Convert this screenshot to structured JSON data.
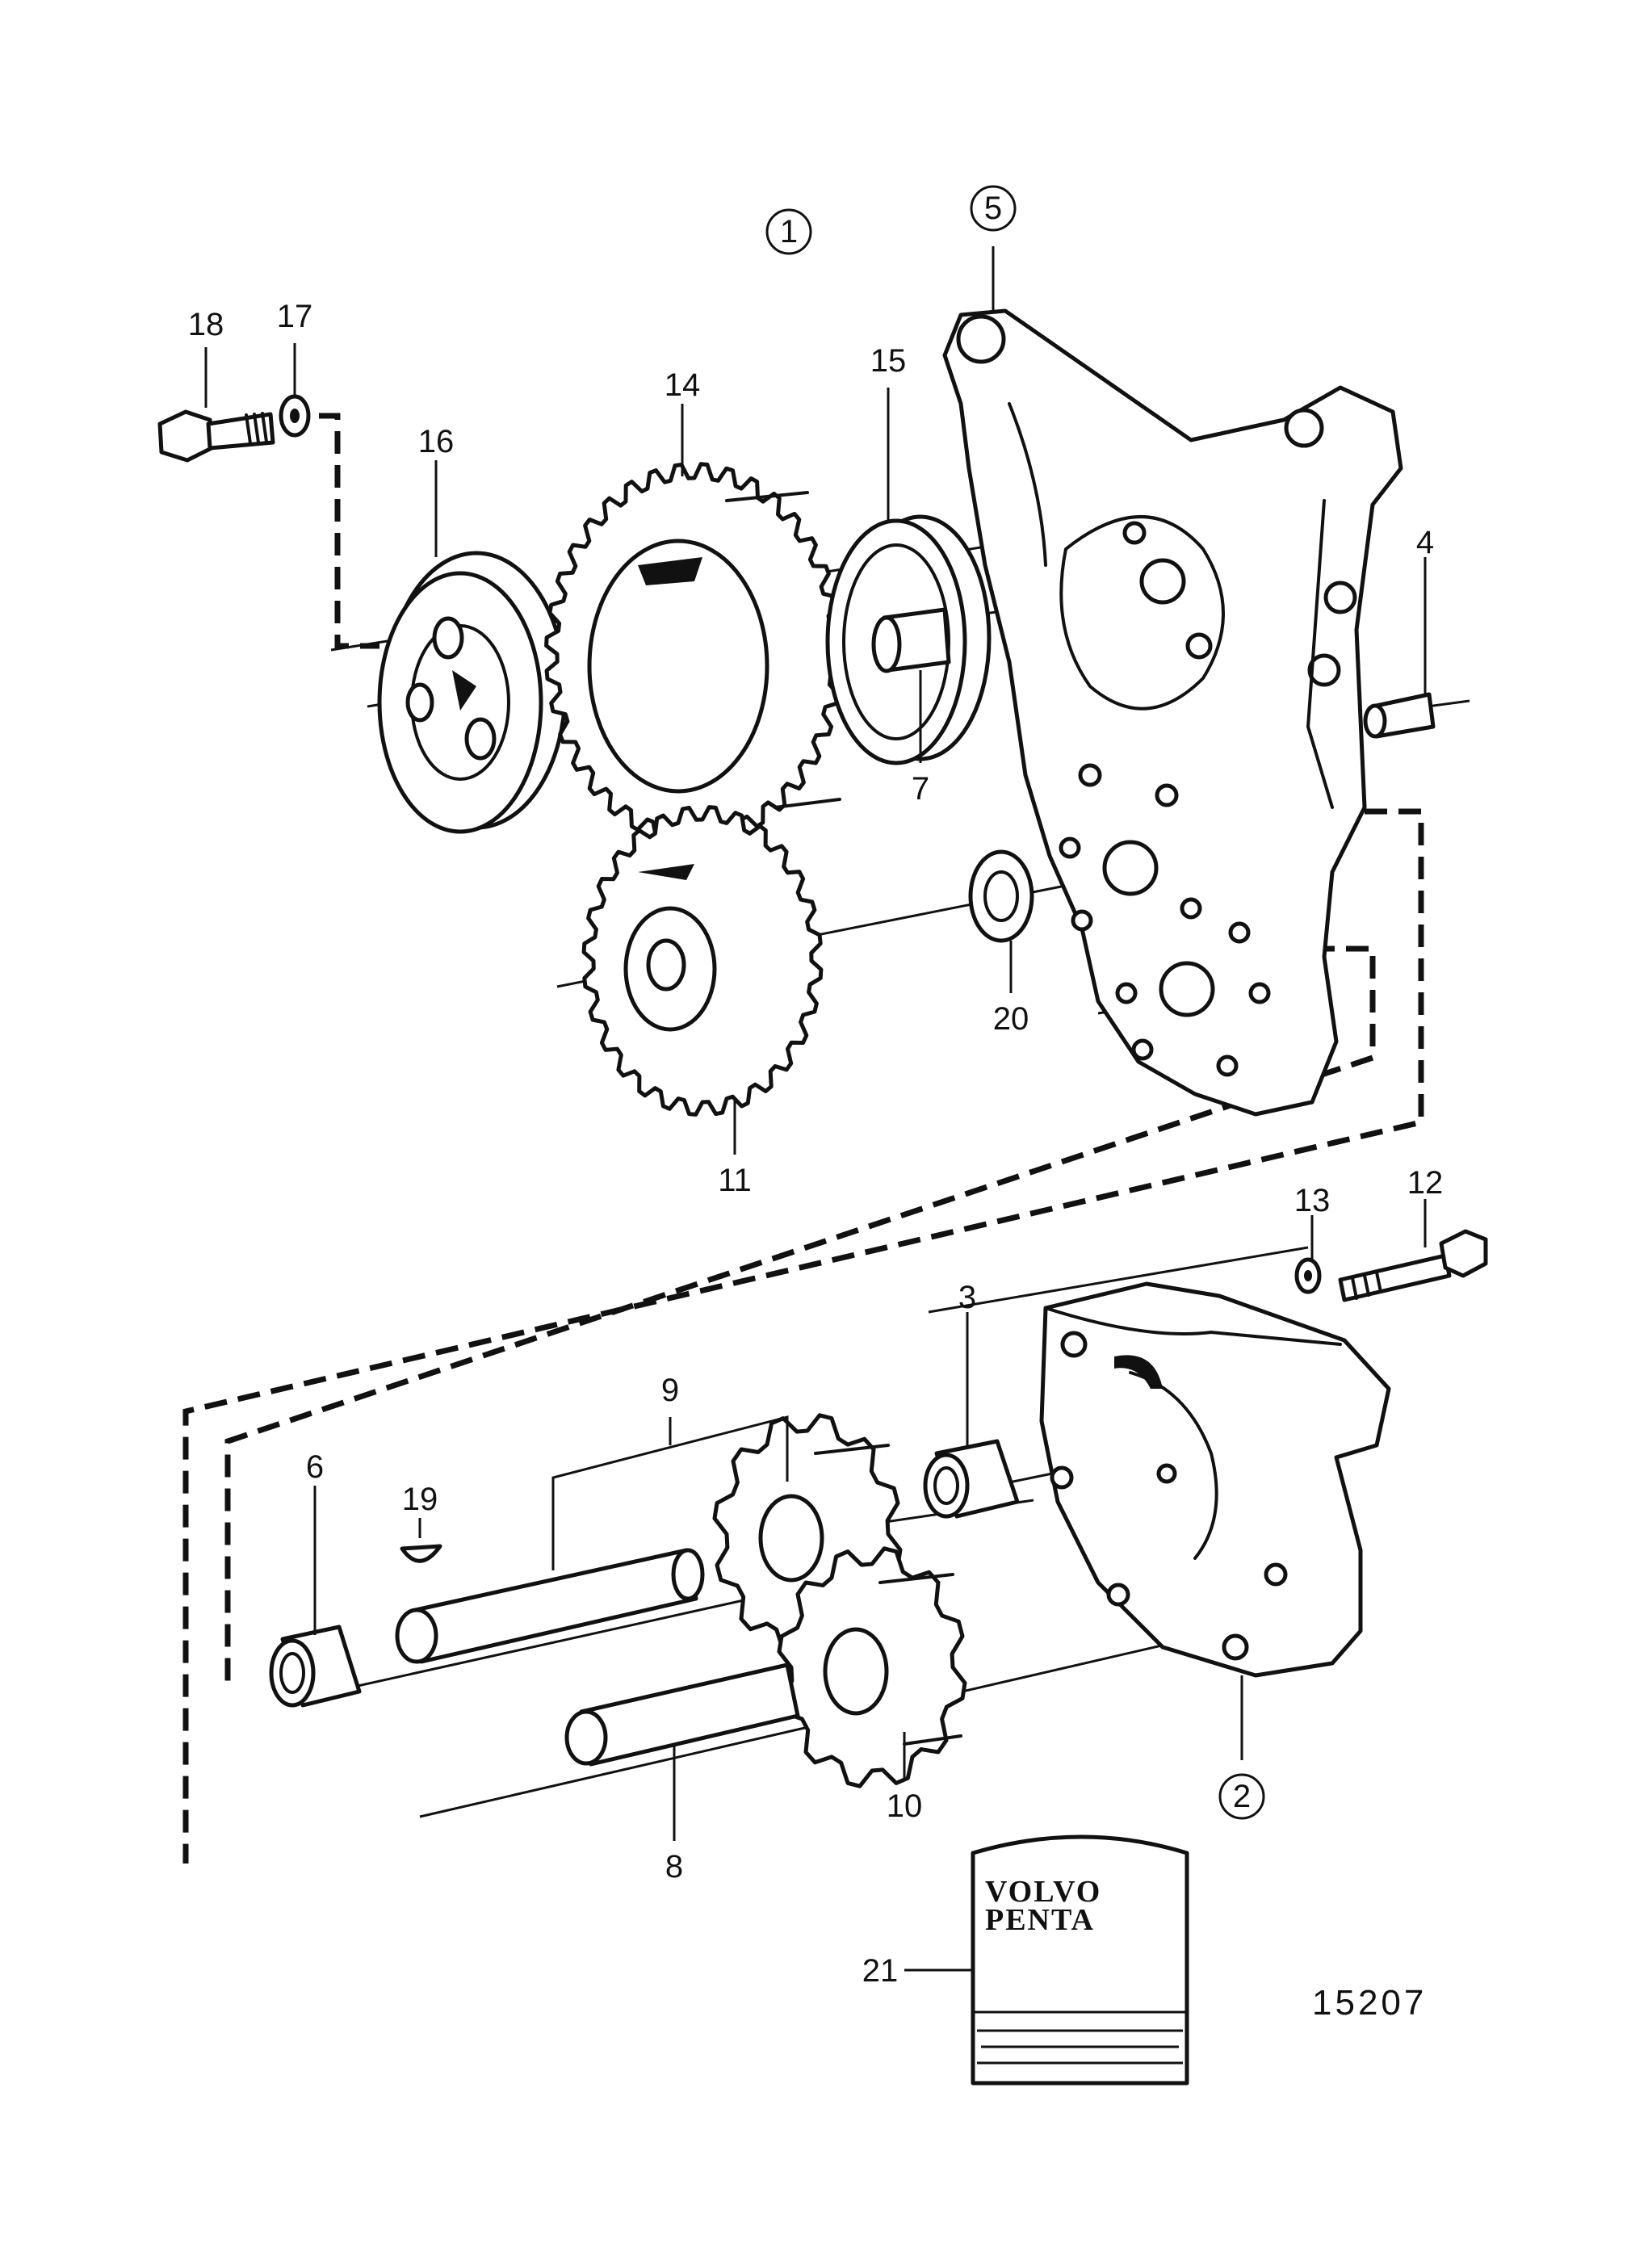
{
  "diagram": {
    "figure_number": "15207",
    "brand_lines": [
      "VOLVO",
      "PENTA"
    ],
    "callouts": {
      "c1": "1",
      "c2": "2",
      "c3": "3",
      "c4": "4",
      "c5": "5",
      "c6": "6",
      "c7": "7",
      "c8": "8",
      "c9": "9",
      "c10": "10",
      "c11": "11",
      "c12": "12",
      "c13": "13",
      "c14": "14",
      "c15": "15",
      "c16": "16",
      "c17": "17",
      "c18": "18",
      "c19": "19",
      "c20": "20",
      "c21": "21"
    }
  }
}
